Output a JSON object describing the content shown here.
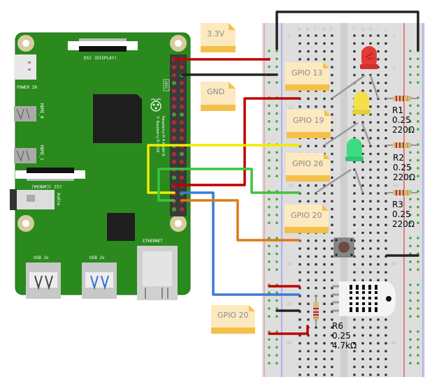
{
  "board": {
    "silkscreen": {
      "dsi": "DSI (DISPLAY)",
      "power_in": "POWER IN",
      "hdmi0": "HDMI_0",
      "hdmi1": "HDMI_1",
      "csi": "CSI (CAMERA)",
      "audio": "Audio",
      "usb2a": "USB 2x",
      "usb2b": "USB 2x",
      "ethernet": "ETHERNET",
      "gpio": "GPIO",
      "model": "Raspberry Pi 4 Model B",
      "copyright": "© Raspberry Pi 2018"
    }
  },
  "notes": [
    {
      "id": "3v3",
      "text": "3.3V"
    },
    {
      "id": "gnd",
      "text": "GND"
    },
    {
      "id": "gpio13",
      "text": "GPIO 13"
    },
    {
      "id": "gpio19",
      "text": "GPIO 19"
    },
    {
      "id": "gpio26",
      "text": "GPIO 26"
    },
    {
      "id": "gpio20a",
      "text": "GPIO 20"
    },
    {
      "id": "gpio20b",
      "text": "GPIO 20"
    }
  ],
  "breadboard": {
    "columns_left": [
      "A",
      "B",
      "C",
      "D",
      "E"
    ],
    "columns_right": [
      "F",
      "G",
      "H",
      "I",
      "J"
    ],
    "row_labels": [
      "1",
      "5",
      "10",
      "20",
      "30",
      "35",
      "40"
    ]
  },
  "resistors": [
    {
      "name": "R1",
      "power": "0.25",
      "value": "220Ω"
    },
    {
      "name": "R2",
      "power": "0.25",
      "value": "220Ω"
    },
    {
      "name": "R3",
      "power": "0.25",
      "value": "220Ω"
    },
    {
      "name": "R6",
      "power": "0.25",
      "value": "4.7kΩ"
    }
  ],
  "leds": [
    {
      "color_name": "red",
      "color": "#e53935"
    },
    {
      "color_name": "yellow",
      "color": "#f5e04a"
    },
    {
      "color_name": "green",
      "color": "#3ddc84"
    }
  ],
  "wire_colors": {
    "red": "#c00000",
    "black": "#222222",
    "yellow": "#f2ea00",
    "green": "#3cc43c",
    "blue": "#3a7bd5",
    "orange": "#dd7a16"
  }
}
